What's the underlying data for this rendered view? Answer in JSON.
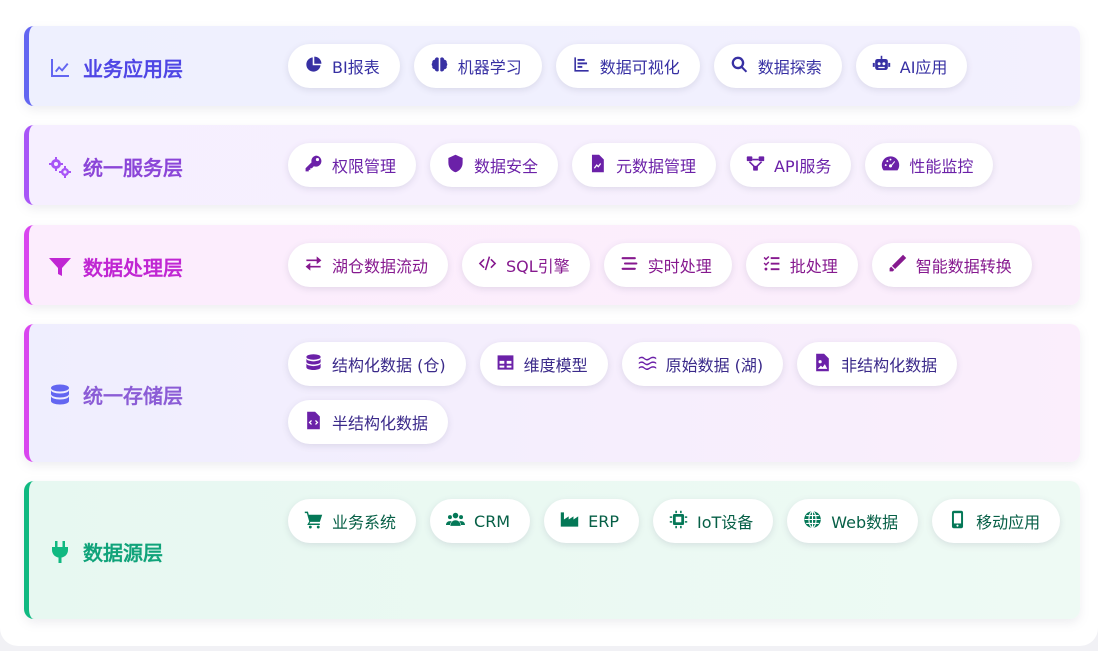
{
  "layers": [
    {
      "title": "业务应用层",
      "icon": "chart-line-icon",
      "items": [
        {
          "label": "BI报表",
          "icon": "chart-pie-icon"
        },
        {
          "label": "机器学习",
          "icon": "brain-icon"
        },
        {
          "label": "数据可视化",
          "icon": "chart-bar-icon"
        },
        {
          "label": "数据探索",
          "icon": "search-icon"
        },
        {
          "label": "AI应用",
          "icon": "robot-icon"
        }
      ]
    },
    {
      "title": "统一服务层",
      "icon": "cogs-icon",
      "items": [
        {
          "label": "权限管理",
          "icon": "key-icon"
        },
        {
          "label": "数据安全",
          "icon": "shield-icon"
        },
        {
          "label": "元数据管理",
          "icon": "file-icon"
        },
        {
          "label": "API服务",
          "icon": "network-icon"
        },
        {
          "label": "性能监控",
          "icon": "gauge-icon"
        }
      ]
    },
    {
      "title": "数据处理层",
      "icon": "filter-icon",
      "items": [
        {
          "label": "湖仓数据流动",
          "icon": "exchange-icon"
        },
        {
          "label": "SQL引擎",
          "icon": "code-icon"
        },
        {
          "label": "实时处理",
          "icon": "stream-icon"
        },
        {
          "label": "批处理",
          "icon": "tasks-icon"
        },
        {
          "label": "智能数据转换",
          "icon": "magic-wand-icon"
        }
      ]
    },
    {
      "title": "统一存储层",
      "icon": "database-icon",
      "items": [
        {
          "label": "结构化数据 (仓)",
          "icon": "database-icon"
        },
        {
          "label": "维度模型",
          "icon": "table-icon"
        },
        {
          "label": "原始数据 (湖)",
          "icon": "water-icon"
        },
        {
          "label": "非结构化数据",
          "icon": "file-image-icon"
        },
        {
          "label": "半结构化数据",
          "icon": "file-code-icon"
        }
      ]
    },
    {
      "title": "数据源层",
      "icon": "plug-icon",
      "items": [
        {
          "label": "业务系统",
          "icon": "cart-icon"
        },
        {
          "label": "CRM",
          "icon": "users-icon"
        },
        {
          "label": "ERP",
          "icon": "industry-icon"
        },
        {
          "label": "IoT设备",
          "icon": "microchip-icon"
        },
        {
          "label": "Web数据",
          "icon": "globe-icon"
        },
        {
          "label": "移动应用",
          "icon": "mobile-icon"
        }
      ]
    }
  ],
  "colors": {
    "application": "#6366f1",
    "service": "#a855f7",
    "processing": "#d946ef",
    "storage": "#d946ef",
    "source": "#10b981"
  }
}
